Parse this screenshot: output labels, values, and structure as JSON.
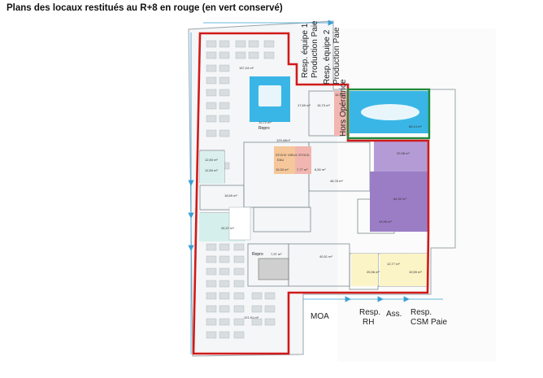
{
  "title": "Plans des locaux restitués au R+8 en rouge (en vert conservé)",
  "colors": {
    "restituted": "#d11a1a",
    "kept": "#1f8a3a",
    "meeting": "#39b6e6",
    "purple": "#9b7dc6",
    "pink": "#f2b6b0"
  },
  "labels": {
    "resp_equipe1": "Resp. équipe 1",
    "production_paie_1": "Production Paie",
    "resp_equipe2": "Resp. équipe 2",
    "production_paie_2": "Production Paie",
    "hors_operatrice": "Hors Opératrice",
    "moa": "MOA",
    "resp": "Resp.",
    "rh": "RH",
    "ass": "Ass.",
    "resp2": "Resp.",
    "csm_paie": "CSM Paie",
    "repro": "Repro",
    "repro2": "Repro",
    "stock_vieux": "STOCK VIEUX",
    "stock_vieux_2": "EAU",
    "stock_l": "STOCK"
  },
  "areas": {
    "a1": "157,24 m²",
    "a2": "10,72 m²",
    "a3": "17,69 m²",
    "a4": "16,73 m²",
    "a5": "16,42",
    "a6": "68,14 m²",
    "a7": "129,49m²",
    "a8": "12,50 m²",
    "a9": "12,50 m²",
    "a10": "15,33 m²",
    "a11": "7,77 m²",
    "a12": "6,50 m²",
    "a13": "48,78 m²",
    "a14": "29,98 m²",
    "a15": "18,69 m²",
    "a16": "84,32 m²",
    "a17": "14,55 m²",
    "a18": "26,37 m²",
    "a19": "40,51 m²",
    "a20": "7,97 m²",
    "a21": "12,77 m²",
    "a22": "19,59 m²",
    "a23": "25,96 m²",
    "a24": "121,91 m²"
  }
}
